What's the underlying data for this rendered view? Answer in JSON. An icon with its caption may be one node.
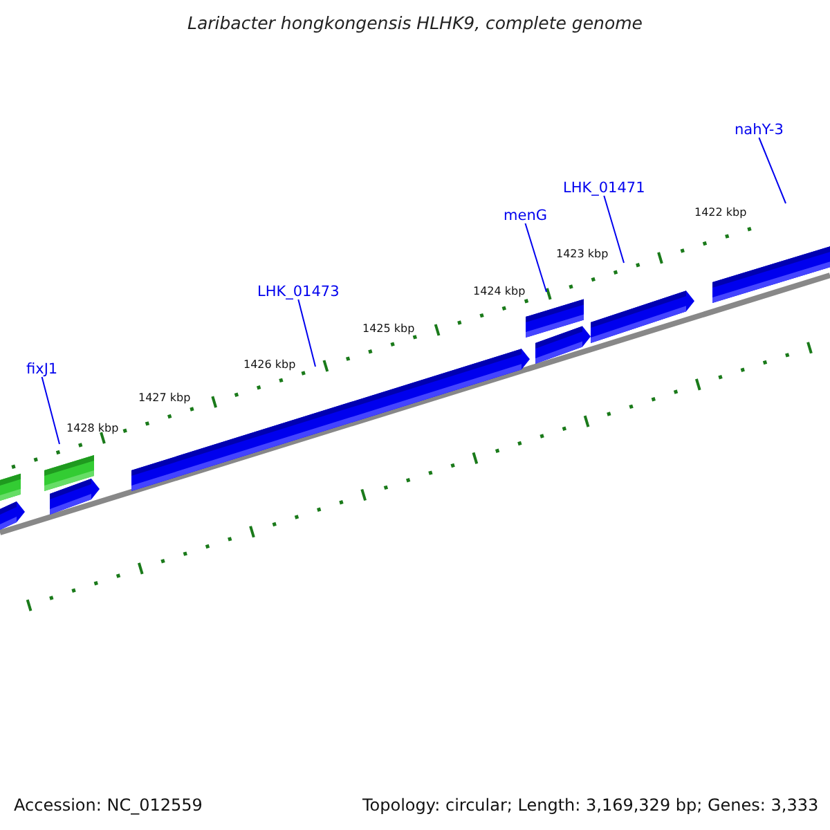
{
  "diagram": {
    "title": "Laribacter hongkongensis HLHK9, complete genome",
    "nodes": [
      {
        "text": [
          "nahY-3"
        ]
      },
      {
        "text": [
          "LHK_01471"
        ]
      },
      {
        "text": [
          "menG"
        ]
      },
      {
        "text": [
          "LHK_01473"
        ]
      },
      {
        "text": [
          "fixJ1"
        ]
      }
    ],
    "edges": [
      {
        "from": 0,
        "to": null,
        "arrow": "none"
      },
      {
        "from": 1,
        "to": null,
        "arrow": "none"
      },
      {
        "from": 2,
        "to": null,
        "arrow": "none"
      },
      {
        "from": 3,
        "to": null,
        "arrow": "none"
      },
      {
        "from": 4,
        "to": null,
        "arrow": "none"
      }
    ],
    "labels": [
      "1422 kbp",
      "1423 kbp",
      "1424 kbp",
      "1425 kbp",
      "1426 kbp",
      "1427 kbp",
      "1428 kbp",
      "Accession: NC_012559",
      "Topology: circular; Length: 3,169,329 bp; Genes: 3,333"
    ]
  }
}
